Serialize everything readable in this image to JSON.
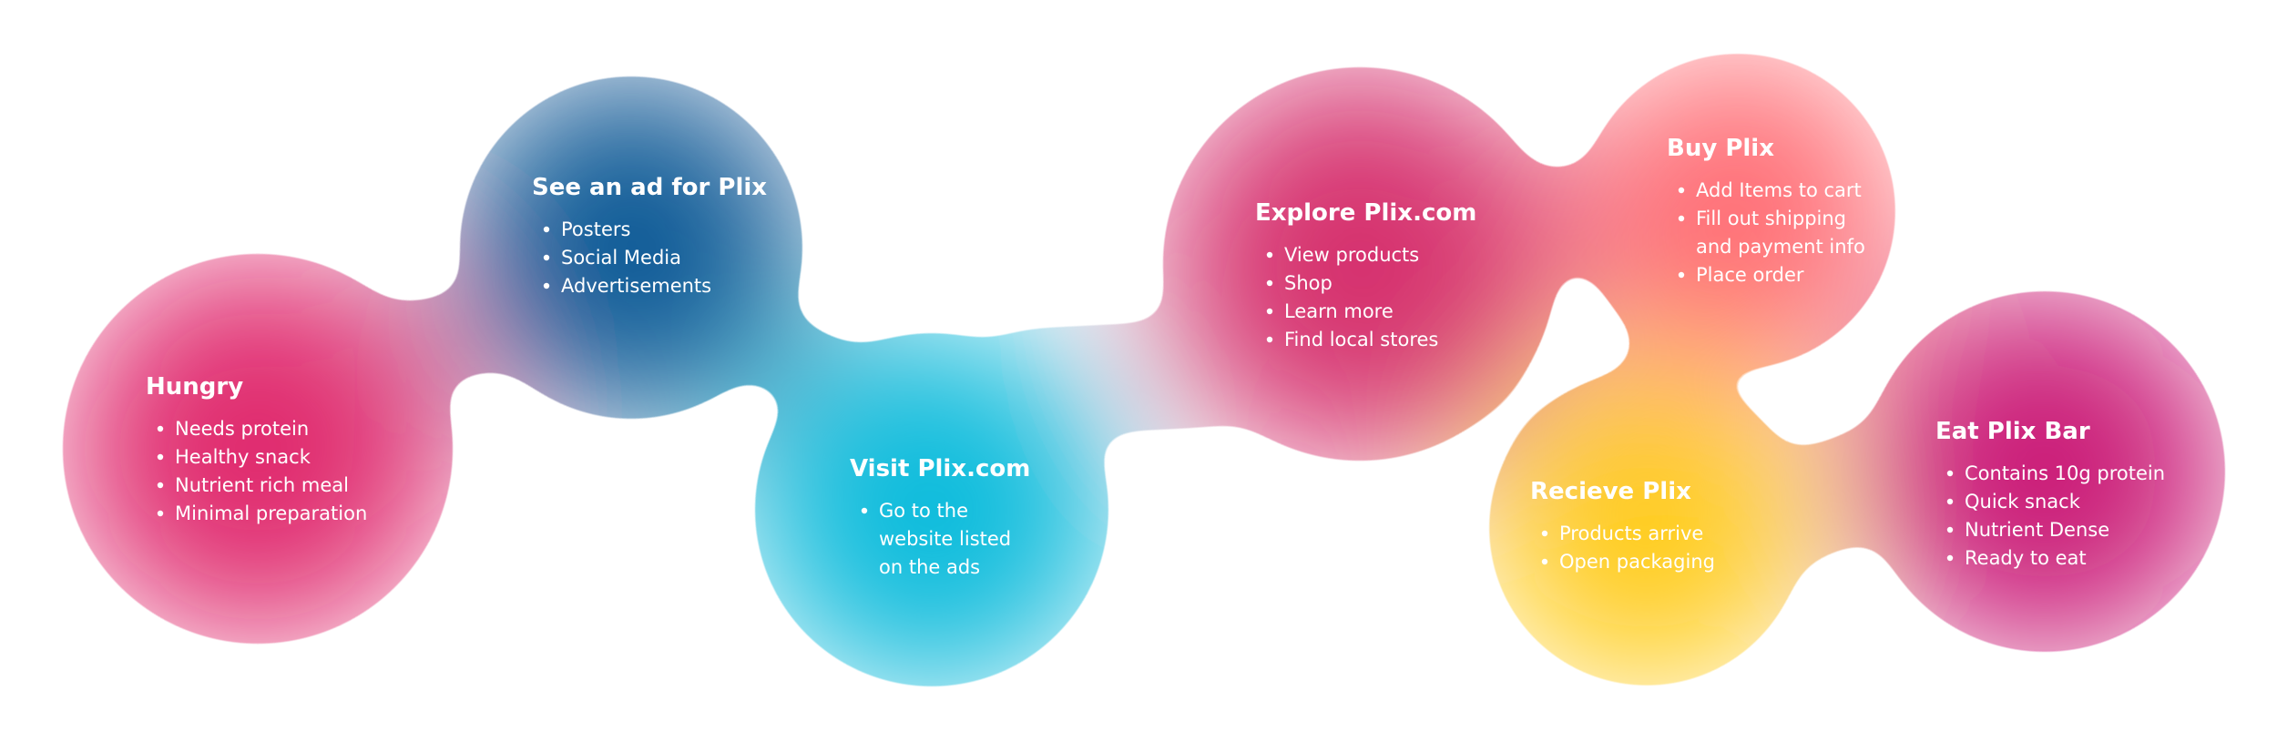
{
  "colors": {
    "magenta": "#E0296E",
    "navy": "#0A5A96",
    "cyan": "#08BCDC",
    "pink": "#D6306E",
    "coral": "#FF6B72",
    "yellow": "#FFCB18",
    "purple": "#CB1F78"
  },
  "stages": [
    {
      "id": "hungry",
      "title": "Hungry",
      "items": [
        "Needs protein",
        "Healthy snack",
        "Nutrient rich meal",
        "Minimal preparation"
      ]
    },
    {
      "id": "ad",
      "title": "See an ad for Plix",
      "items": [
        "Posters",
        "Social Media",
        "Advertisements"
      ]
    },
    {
      "id": "visit",
      "title": "Visit Plix.com",
      "items": [
        "Go to the\nwebsite listed\non the ads"
      ]
    },
    {
      "id": "explore",
      "title": "Explore Plix.com",
      "items": [
        "View products",
        "Shop",
        "Learn more",
        "Find local stores"
      ]
    },
    {
      "id": "buy",
      "title": "Buy Plix",
      "items": [
        "Add Items to cart",
        "Fill out shipping\nand payment info",
        "Place order"
      ]
    },
    {
      "id": "receive",
      "title": "Recieve Plix",
      "items": [
        "Products arrive",
        "Open packaging"
      ]
    },
    {
      "id": "eat",
      "title": "Eat Plix Bar",
      "items": [
        "Contains 10g protein",
        "Quick snack",
        "Nutrient Dense",
        "Ready to eat"
      ]
    }
  ]
}
